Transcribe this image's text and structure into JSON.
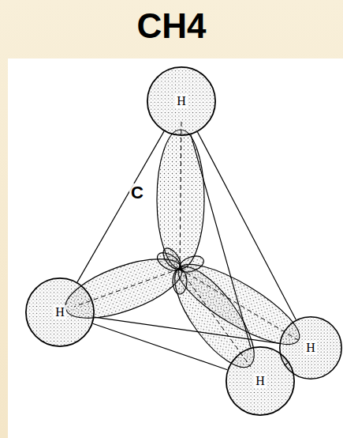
{
  "diagram": {
    "title": "CH4",
    "nodes": [
      {
        "text": [
          "H"
        ]
      },
      {
        "text": [
          "H"
        ]
      },
      {
        "text": [
          "H"
        ]
      },
      {
        "text": [
          "H"
        ]
      }
    ],
    "edges": [
      {
        "from": 0,
        "to": 1,
        "arrow": "none"
      },
      {
        "from": 0,
        "to": 2,
        "arrow": "none"
      },
      {
        "from": 0,
        "to": 3,
        "arrow": "none"
      },
      {
        "from": 1,
        "to": 2,
        "arrow": "none"
      },
      {
        "from": 1,
        "to": 3,
        "arrow": "none"
      },
      {
        "from": 2,
        "to": 3,
        "arrow": "none"
      }
    ],
    "labels": [
      "C"
    ]
  }
}
